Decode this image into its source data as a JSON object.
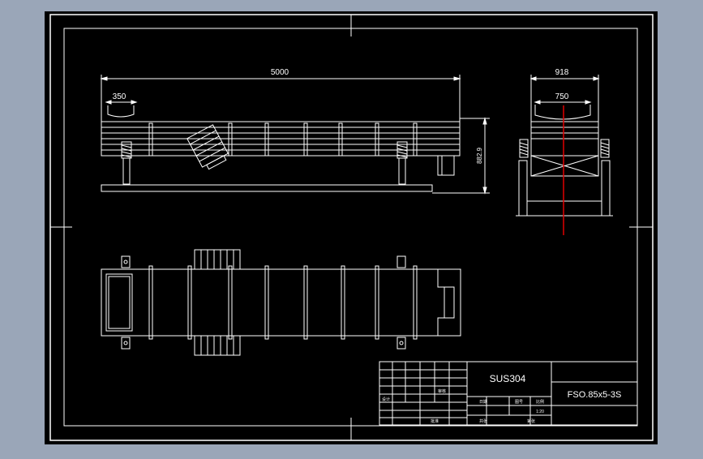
{
  "colors": {
    "background": "#9aa6b8",
    "sheet": "#000000",
    "line": "#ffffff",
    "centerline": "#e00000"
  },
  "dimensions": {
    "total_length": "5000",
    "end_offset": "350",
    "total_width": "918",
    "inner_width": "750",
    "height": "882.9"
  },
  "title_block": {
    "material": "SUS304",
    "drawing_number": "FSO.85x5-3S",
    "scale": "1:20",
    "small_labels": [
      "设计",
      "审核",
      "批准",
      "日期",
      "比例",
      "图号",
      "共张",
      "第张"
    ]
  }
}
